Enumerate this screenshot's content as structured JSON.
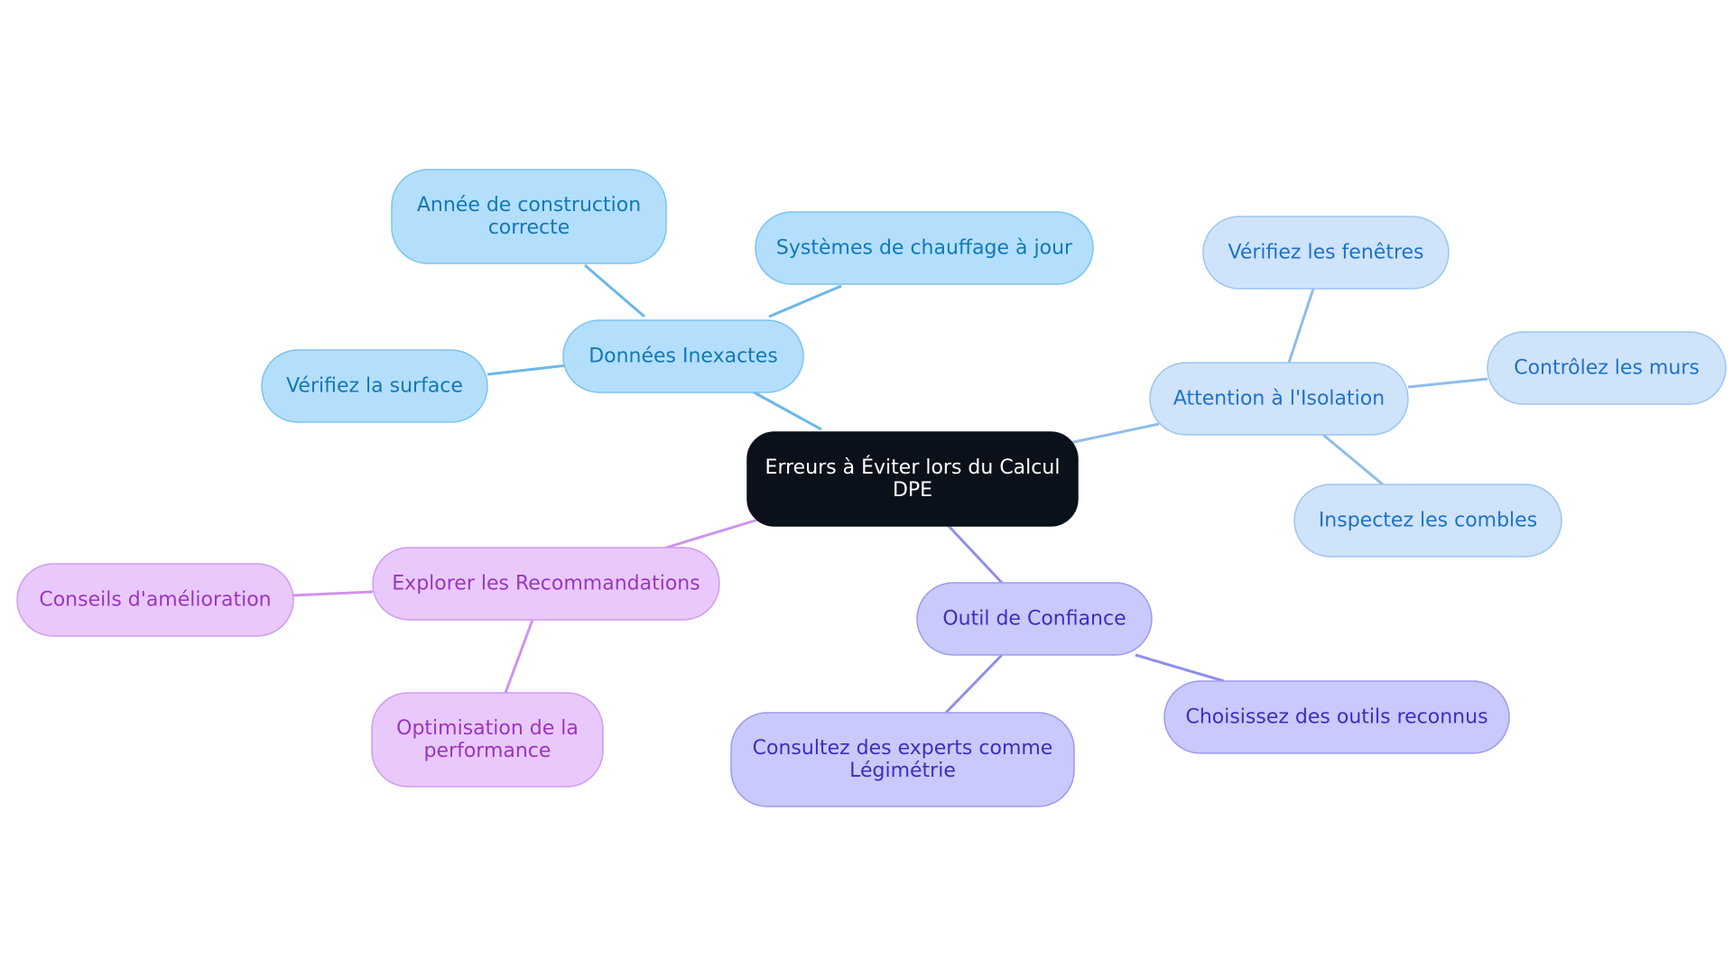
{
  "colors": {
    "background": "#ffffff",
    "central_fill": "#0b111a",
    "central_text": "#ffffff",
    "blue_fill": "#b3dffc",
    "blue_stroke": "#7cc3f0",
    "blue_text": "#1378b8",
    "blue_edge": "#6bb8ea",
    "lightblue_fill": "#cfe3fa",
    "lightblue_stroke": "#9cc6f0",
    "lightblue_text": "#1f72c9",
    "lightblue_edge": "#8fbdea",
    "purple_fill": "#c9c9fb",
    "purple_stroke": "#9b9bef",
    "purple_text": "#3b2fbf",
    "purple_edge": "#8f8fea",
    "pink_fill": "#e9c9fb",
    "pink_stroke": "#cf9bef",
    "pink_text": "#9a35c2",
    "pink_edge": "#cf93ec"
  },
  "central": {
    "lines": [
      "Erreurs à Éviter lors du Calcul",
      "DPE"
    ]
  },
  "branches": [
    {
      "theme": "blue",
      "label_lines": [
        "Données Inexactes"
      ],
      "children": [
        {
          "label_lines": [
            "Année de construction",
            "correcte"
          ]
        },
        {
          "label_lines": [
            "Systèmes de chauffage à jour"
          ]
        },
        {
          "label_lines": [
            "Vérifiez la surface"
          ]
        }
      ]
    },
    {
      "theme": "lightblue",
      "label_lines": [
        "Attention à l'Isolation"
      ],
      "children": [
        {
          "label_lines": [
            "Vérifiez les fenêtres"
          ]
        },
        {
          "label_lines": [
            "Contrôlez les murs"
          ]
        },
        {
          "label_lines": [
            "Inspectez les combles"
          ]
        }
      ]
    },
    {
      "theme": "purple",
      "label_lines": [
        "Outil de Confiance"
      ],
      "children": [
        {
          "label_lines": [
            "Choisissez des outils reconnus"
          ]
        },
        {
          "label_lines": [
            "Consultez des experts comme",
            "Légimétrie"
          ]
        }
      ]
    },
    {
      "theme": "pink",
      "label_lines": [
        "Explorer les Recommandations"
      ],
      "children": [
        {
          "label_lines": [
            "Conseils d'amélioration"
          ]
        },
        {
          "label_lines": [
            "Optimisation de la",
            "performance"
          ]
        }
      ]
    }
  ]
}
